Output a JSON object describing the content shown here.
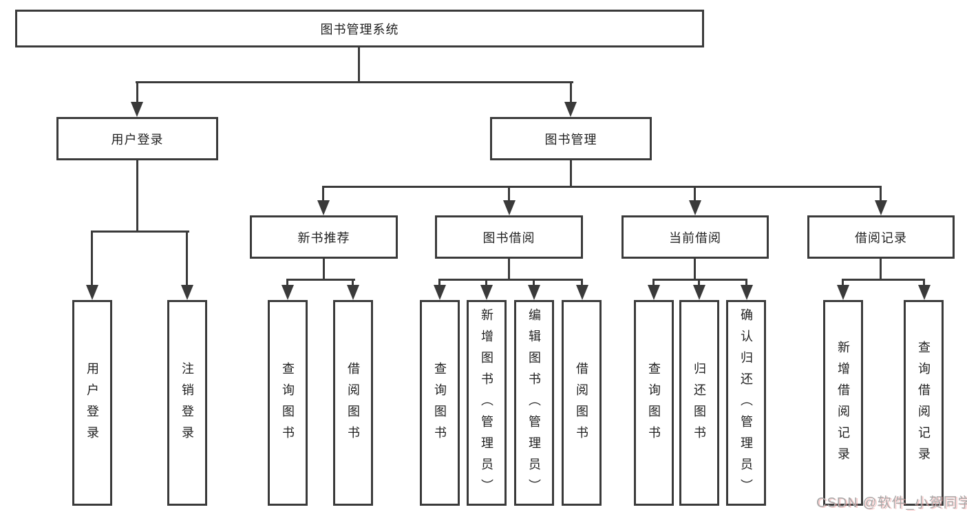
{
  "colors": {
    "line": "#3a3a3a",
    "box_background": "#ffffff",
    "text": "#1f1f1f",
    "watermark": "#a8a8a8",
    "watermark_accent": "#f4a0a0"
  },
  "watermark": {
    "text": "CSDN @软件_小贺同学"
  },
  "tree": {
    "label": "图书管理系统",
    "children": [
      {
        "label": "用户登录",
        "children": [
          {
            "label": "用户登录"
          },
          {
            "label": "注销登录"
          }
        ]
      },
      {
        "label": "图书管理",
        "children": [
          {
            "label": "新书推荐",
            "children": [
              {
                "label": "查询图书"
              },
              {
                "label": "借阅图书"
              }
            ]
          },
          {
            "label": "图书借阅",
            "children": [
              {
                "label": "查询图书"
              },
              {
                "label": "新增图书（管理员）"
              },
              {
                "label": "编辑图书（管理员）"
              },
              {
                "label": "借阅图书"
              }
            ]
          },
          {
            "label": "当前借阅",
            "children": [
              {
                "label": "查询图书"
              },
              {
                "label": "归还图书"
              },
              {
                "label": "确认归还（管理员）"
              }
            ]
          },
          {
            "label": "借阅记录",
            "children": [
              {
                "label": "新增借阅记录"
              },
              {
                "label": "查询借阅记录"
              }
            ]
          }
        ]
      }
    ]
  }
}
